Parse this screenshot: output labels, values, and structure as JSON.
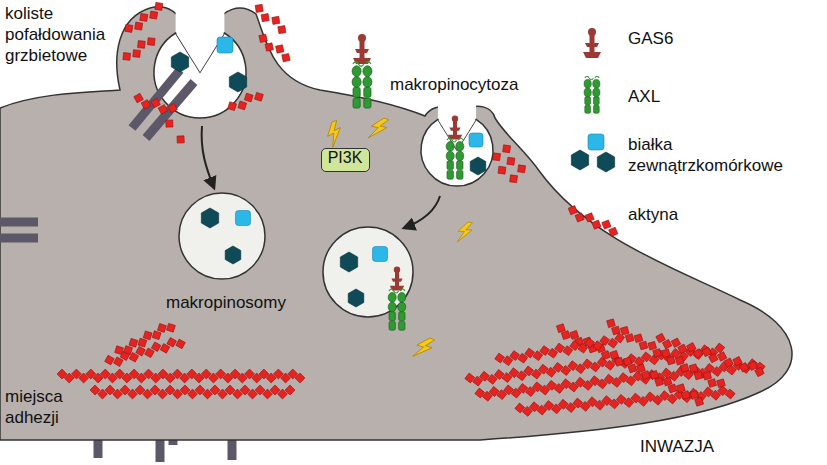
{
  "diagram": {
    "nodes": [
      {
        "text": [
          "PI3K"
        ]
      }
    ],
    "labels": [
      "koliste pofałdowania grzbietowe",
      "makropinocytoza",
      "makropinosomy",
      "miejsca adhezji",
      "INWAZJA"
    ],
    "legend": [
      {
        "text": "GAS6"
      },
      {
        "text": "AXL"
      },
      {
        "text": "białka zewnątrzkomórkowe"
      },
      {
        "text": "aktyna"
      }
    ]
  }
}
